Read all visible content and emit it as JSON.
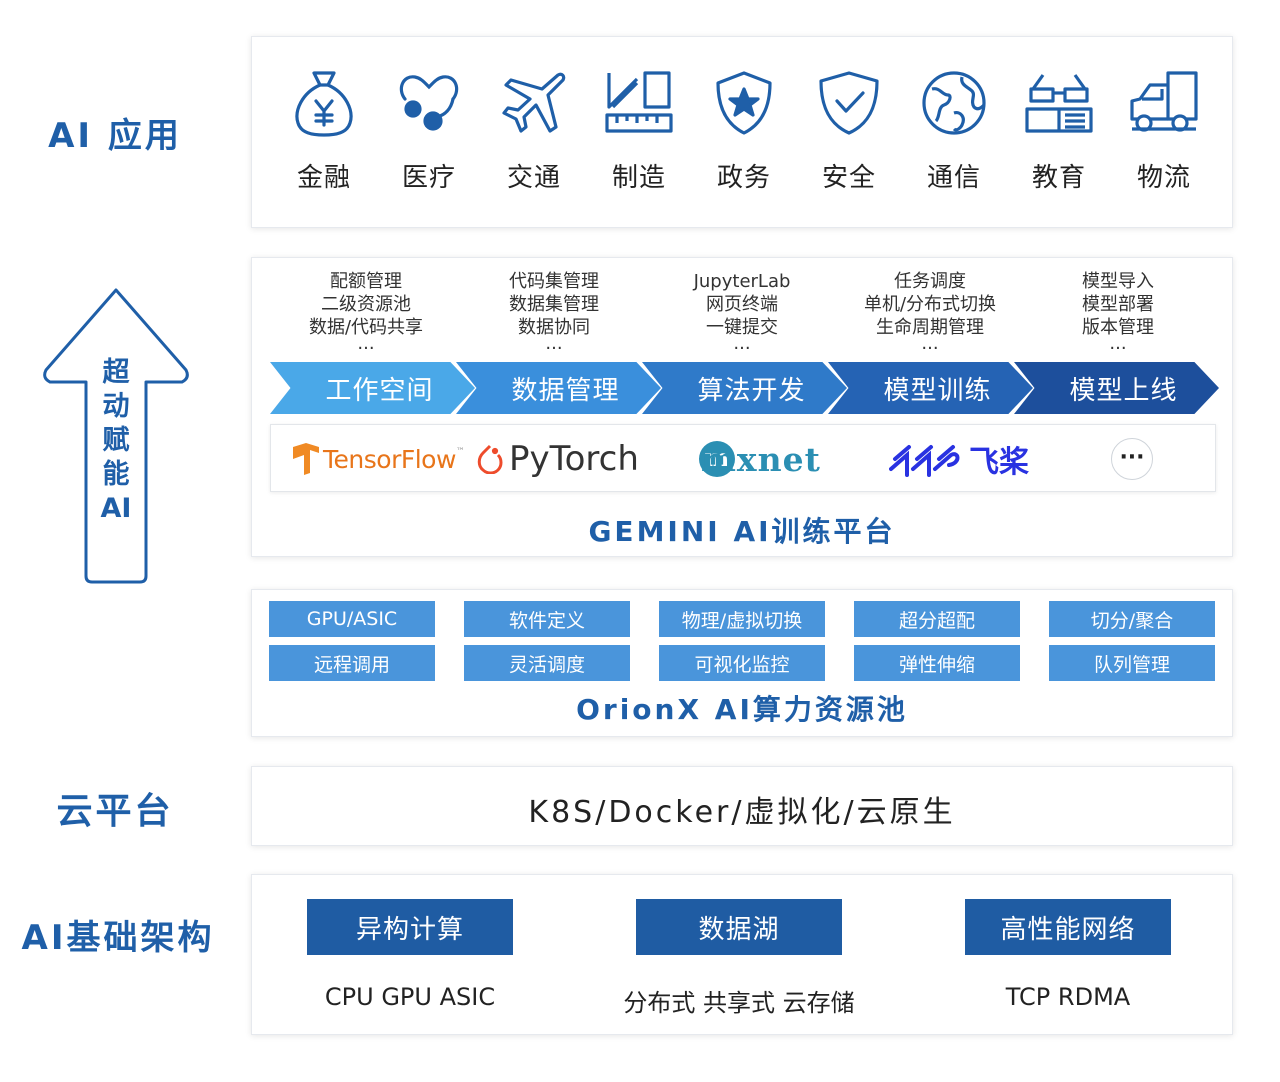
{
  "layers": {
    "apps": "AI 应用",
    "cloud": "云平台",
    "infra": "AI基础架构"
  },
  "empower_arrow": {
    "text": [
      "超",
      "动",
      "赋",
      "能",
      "AI"
    ]
  },
  "apps": [
    {
      "label": "金融",
      "icon": "money-bag-icon"
    },
    {
      "label": "医疗",
      "icon": "stethoscope-icon"
    },
    {
      "label": "交通",
      "icon": "airplane-icon"
    },
    {
      "label": "制造",
      "icon": "ruler-tools-icon"
    },
    {
      "label": "政务",
      "icon": "shield-star-icon"
    },
    {
      "label": "安全",
      "icon": "shield-check-icon"
    },
    {
      "label": "通信",
      "icon": "globe-icon"
    },
    {
      "label": "教育",
      "icon": "glasses-book-icon"
    },
    {
      "label": "物流",
      "icon": "truck-icon"
    }
  ],
  "gemini": {
    "features": [
      {
        "lines": [
          "配额管理",
          "二级资源池",
          "数据/代码共享"
        ],
        "more": "..."
      },
      {
        "lines": [
          "代码集管理",
          "数据集管理",
          "数据协同"
        ],
        "more": "..."
      },
      {
        "lines": [
          "JupyterLab",
          "网页终端",
          "一键提交"
        ],
        "more": "..."
      },
      {
        "lines": [
          "任务调度",
          "单机/分布式切换",
          "生命周期管理"
        ],
        "more": "..."
      },
      {
        "lines": [
          "模型导入",
          "模型部署",
          "版本管理"
        ],
        "more": "..."
      }
    ],
    "steps": [
      {
        "label": "工作空间",
        "color": "#4aa8e8"
      },
      {
        "label": "数据管理",
        "color": "#3a8fdc"
      },
      {
        "label": "算法开发",
        "color": "#2f7ac9"
      },
      {
        "label": "模型训练",
        "color": "#2563b4"
      },
      {
        "label": "模型上线",
        "color": "#1d4f9c"
      }
    ],
    "frameworks": {
      "tensorflow": "TensorFlow",
      "tensorflow_tm": "™",
      "pytorch": "PyTorch",
      "mxnet": "mxnet",
      "paddle": "飞桨",
      "more": "···"
    },
    "title": "GEMINI AI训练平台"
  },
  "orionx": {
    "cells": [
      [
        "GPU/ASIC",
        "软件定义",
        "物理/虚拟切换",
        "超分超配",
        "切分/聚合"
      ],
      [
        "远程调用",
        "灵活调度",
        "可视化监控",
        "弹性伸缩",
        "队列管理"
      ]
    ],
    "title": "OrionX AI算力资源池"
  },
  "cloud": {
    "text": "K8S/Docker/虚拟化/云原生"
  },
  "infra": [
    {
      "head": "异构计算",
      "sub": "CPU GPU ASIC"
    },
    {
      "head": "数据湖",
      "sub": "分布式 共享式 云存储"
    },
    {
      "head": "高性能网络",
      "sub": "TCP RDMA"
    }
  ],
  "colors": {
    "brand_blue": "#1f5fa8",
    "cell_blue": "#4a95db",
    "infra_blue": "#1f5ca3"
  }
}
